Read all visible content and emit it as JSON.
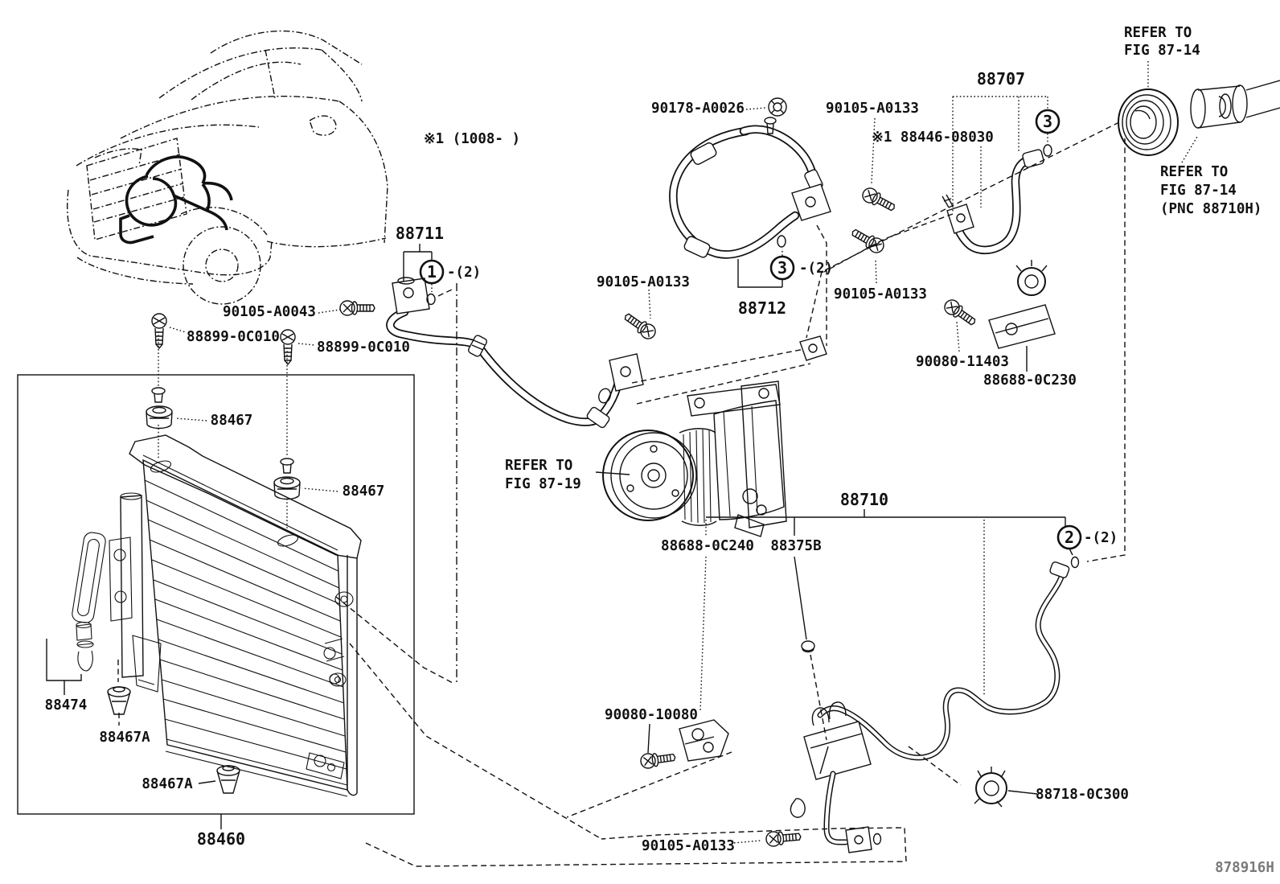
{
  "diagram": {
    "footer_code": "878916H",
    "note_1008": "※1 (1008-      )",
    "labels": {
      "l_90178_a0026": "90178-A0026",
      "l_90105_a0133_top": "90105-A0133",
      "l_88446_08030": "※1 88446-08030",
      "l_88707": "88707",
      "refer_8714_top_1": "REFER TO",
      "refer_8714_top_2": "FIG 87-14",
      "refer_8714_pnc_1": "REFER TO",
      "refer_8714_pnc_2": "FIG 87-14",
      "refer_8714_pnc_3": "(PNC 88710H)",
      "l_88711": "88711",
      "l_90105_a0043": "90105-A0043",
      "l_88899_0c010_a": "88899-0C010",
      "l_88899_0c010_b": "88899-0C010",
      "l_88467_a": "88467",
      "l_88467_b": "88467",
      "l_88474": "88474",
      "l_88467a_a": "88467A",
      "l_88467a_b": "88467A",
      "l_88460": "88460",
      "l_90105_a0133_mid": "90105-A0133",
      "l_88712": "88712",
      "l_90105_a0133_right": "90105-A0133",
      "l_90080_11403": "90080-11403",
      "l_88688_0c230": "88688-0C230",
      "refer_8719_1": "REFER TO",
      "refer_8719_2": "FIG 87-19",
      "l_88710": "88710",
      "l_88688_0c240": "88688-0C240",
      "l_88375b": "88375B",
      "l_90080_10080": "90080-10080",
      "l_88718_0c300": "88718-0C300",
      "l_90105_a0133_bottom": "90105-A0133"
    },
    "callouts": {
      "c1": "1",
      "c2": "2",
      "c3_top": "3",
      "c3_mid": "3"
    },
    "quantities": {
      "q1": "-(2)",
      "q2": "-(2)",
      "q3": "-(2)"
    }
  }
}
